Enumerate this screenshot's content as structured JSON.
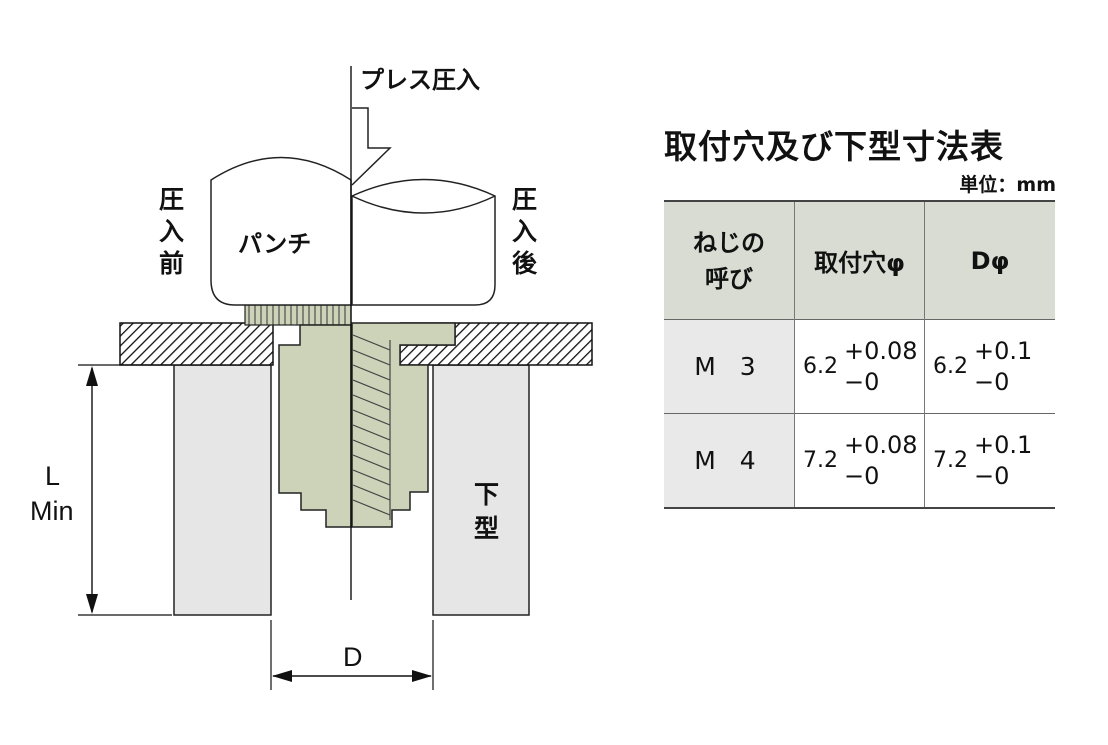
{
  "diagram": {
    "press_label": "プレス圧入",
    "punch_label": "パンチ",
    "before_label": "圧入前",
    "after_label": "圧入後",
    "die_label": "下型",
    "l_label": "L",
    "min_label": "Min",
    "d_label": "D"
  },
  "table": {
    "title": "取付穴及び下型寸法表",
    "unit": "単位：mm",
    "headers": {
      "thread_line1": "ねじの",
      "thread_line2": "呼び",
      "hole": "取付穴φ",
      "d": "Dφ"
    },
    "rows": [
      {
        "size": "M 3",
        "hole_nominal": "6.2",
        "hole_plus": "+0.08",
        "hole_minus": "−0",
        "d_nominal": "6.2",
        "d_plus": "+0.1",
        "d_minus": "−0"
      },
      {
        "size": "M 4",
        "hole_nominal": "7.2",
        "hole_plus": "+0.08",
        "hole_minus": "−0",
        "d_nominal": "7.2",
        "d_plus": "+0.1",
        "d_minus": "−0"
      }
    ]
  },
  "colors": {
    "die_fill": "#e6e6e6",
    "nut_fill": "#cdd3b9",
    "header_fill": "#d8dcd2",
    "size_fill": "#e9e9e9"
  }
}
